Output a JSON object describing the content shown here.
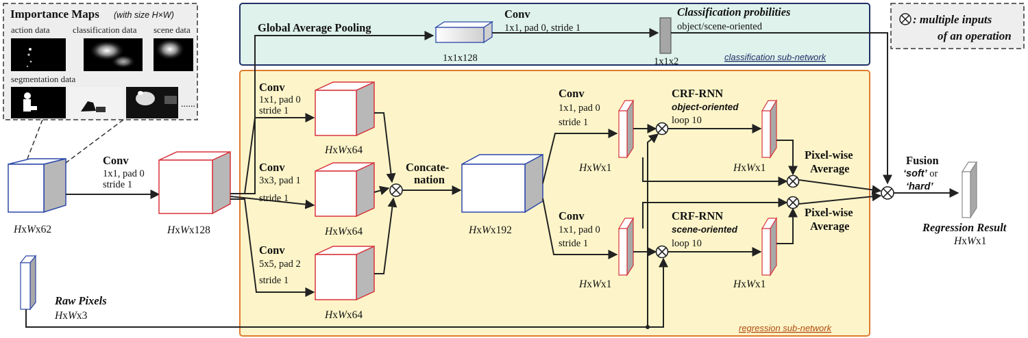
{
  "importance_maps": {
    "title": "Importance Maps",
    "subtitle": "(with size H×W)",
    "labels": {
      "action": "action data",
      "classification": "classification data",
      "scene": "scene data",
      "segmentation": "segmentation data"
    },
    "ellipsis": "......"
  },
  "legend": {
    "line1": ": multiple inputs",
    "line2": "of an operation"
  },
  "classification": {
    "gap_label": "Global Average Pooling",
    "gap_dims": "1x1x128",
    "conv_title": "Conv",
    "conv_params": "1x1, pad 0, stride 1",
    "probs_title": "Classification probilities",
    "probs_sub": "object/scene-oriented",
    "probs_dims": "1x1x2",
    "subnet_label": "classification sub-network"
  },
  "input": {
    "dims_a": "H",
    "dims_b": "x",
    "dims_c": "W",
    "dims_d": "x62",
    "conv_title": "Conv",
    "conv_line1": "1x1, pad 0",
    "conv_line2": "stride 1"
  },
  "block128": {
    "dims_a": "H",
    "dims_b": "x",
    "dims_c": "W",
    "dims_d": "x128"
  },
  "branches": [
    {
      "title": "Conv",
      "line1": "1x1, pad 0",
      "line2": "stride 1",
      "dims_a": "H",
      "dims_b": "x",
      "dims_c": "W",
      "dims_d": "x64"
    },
    {
      "title": "Conv",
      "line1": "3x3, pad 1",
      "line2": "stride 1",
      "dims_a": "H",
      "dims_b": "x",
      "dims_c": "W",
      "dims_d": "x64"
    },
    {
      "title": "Conv",
      "line1": "5x5, pad 2",
      "line2": "stride 1",
      "dims_a": "H",
      "dims_b": "x",
      "dims_c": "W",
      "dims_d": "x64"
    }
  ],
  "concat": {
    "line1": "Concate-",
    "line2": "nation"
  },
  "block192": {
    "dims_a": "H",
    "dims_b": "x",
    "dims_c": "W",
    "dims_d": "x192"
  },
  "conv_top": {
    "title": "Conv",
    "line1": "1x1, pad 0",
    "line2": "stride 1"
  },
  "conv_bot": {
    "title": "Conv",
    "line1": "1x1, pad 0",
    "line2": "stride 1"
  },
  "crf_top": {
    "title": "CRF-RNN",
    "sub": "object-oriented",
    "loop": "loop 10"
  },
  "crf_bot": {
    "title": "CRF-RNN",
    "sub": "scene-oriented",
    "loop": "loop 10"
  },
  "dims_x1": {
    "a": "H",
    "b": "x",
    "c": "W",
    "d": "x1"
  },
  "avg_top": {
    "line1": "Pixel-wise",
    "line2": "Average"
  },
  "avg_bot": {
    "line1": "Pixel-wise",
    "line2": "Average"
  },
  "fusion": {
    "title": "Fusion",
    "soft": "‘soft’",
    "or": " or",
    "hard": "‘hard’"
  },
  "result": {
    "title": "Regression Result"
  },
  "raw": {
    "title": "Raw Pixels",
    "dims_d": "x3"
  },
  "regression_label": "regression sub-network",
  "colors": {
    "class_fill": "#dff2ec",
    "class_border": "#1f2f66",
    "reg_fill": "#fdf5c9",
    "reg_border": "#e07a2e",
    "blue_edge": "#2a46a8",
    "red_edge": "#d8323a"
  }
}
